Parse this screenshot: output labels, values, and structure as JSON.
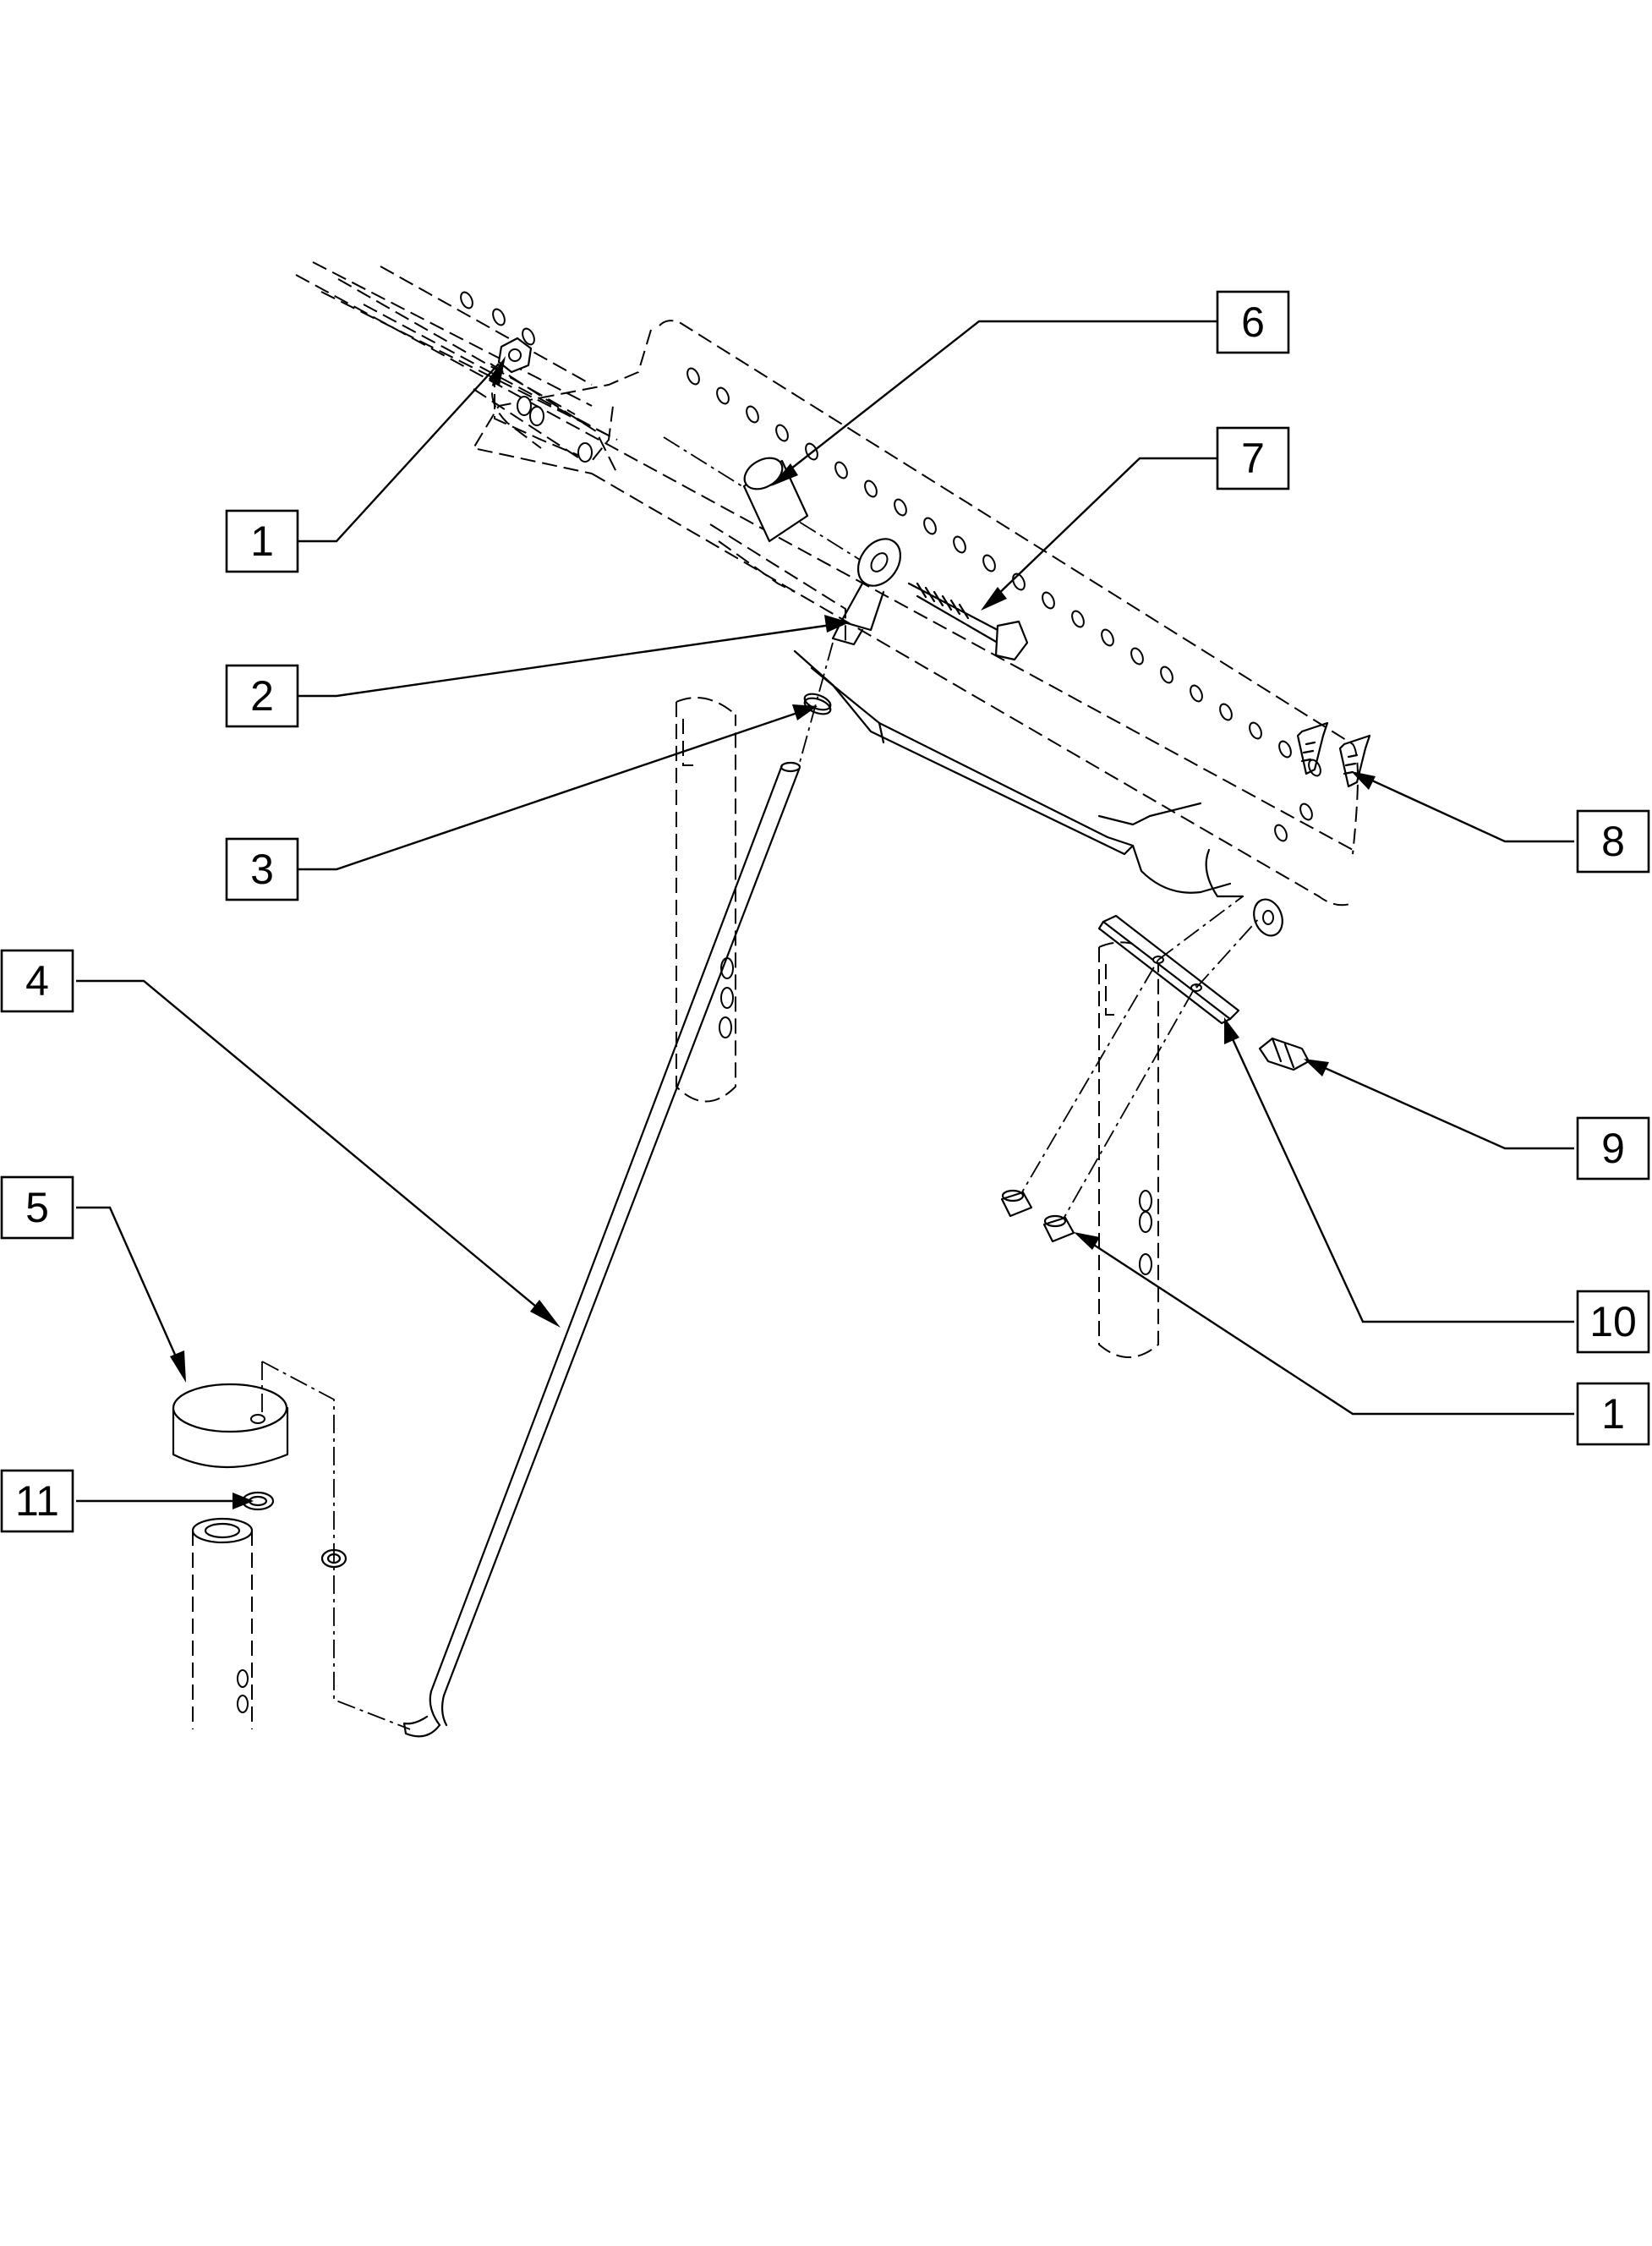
{
  "callouts": [
    {
      "id": "callout-6",
      "label": "6"
    },
    {
      "id": "callout-7",
      "label": "7"
    },
    {
      "id": "callout-1-top",
      "label": "1"
    },
    {
      "id": "callout-2",
      "label": "2"
    },
    {
      "id": "callout-3",
      "label": "3"
    },
    {
      "id": "callout-4",
      "label": "4"
    },
    {
      "id": "callout-5",
      "label": "5"
    },
    {
      "id": "callout-11",
      "label": "11"
    },
    {
      "id": "callout-8",
      "label": "8"
    },
    {
      "id": "callout-9",
      "label": "9"
    },
    {
      "id": "callout-10",
      "label": "10"
    },
    {
      "id": "callout-1-bottom",
      "label": "1"
    }
  ],
  "colors": {
    "line": "#000000",
    "background": "#ffffff"
  }
}
